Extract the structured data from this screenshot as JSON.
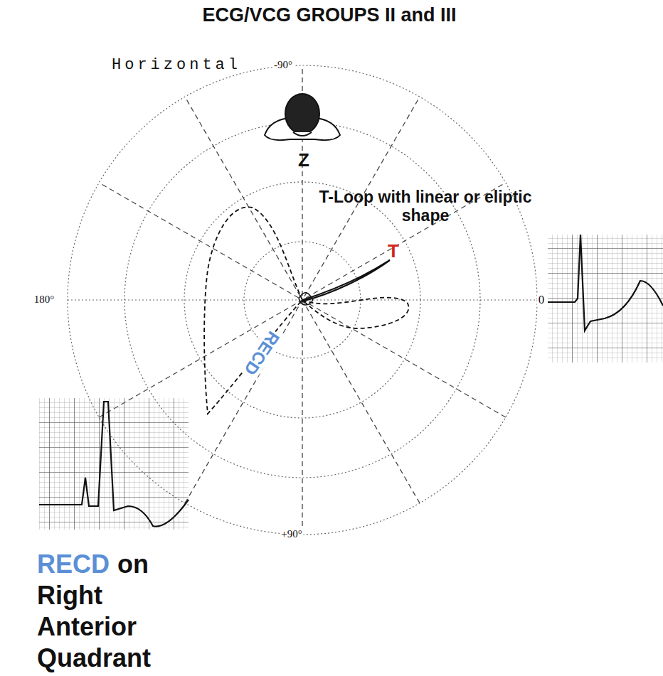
{
  "diagram": {
    "title": "ECG/VCG GROUPS II and III",
    "labels": [
      "Horizontal",
      "-90°",
      "Z",
      "T-Loop with linear or eliptic shape",
      "T",
      "180°",
      "0",
      "RECD",
      "+90°",
      "RECD",
      "on Right Anterior Quadrant"
    ]
  }
}
